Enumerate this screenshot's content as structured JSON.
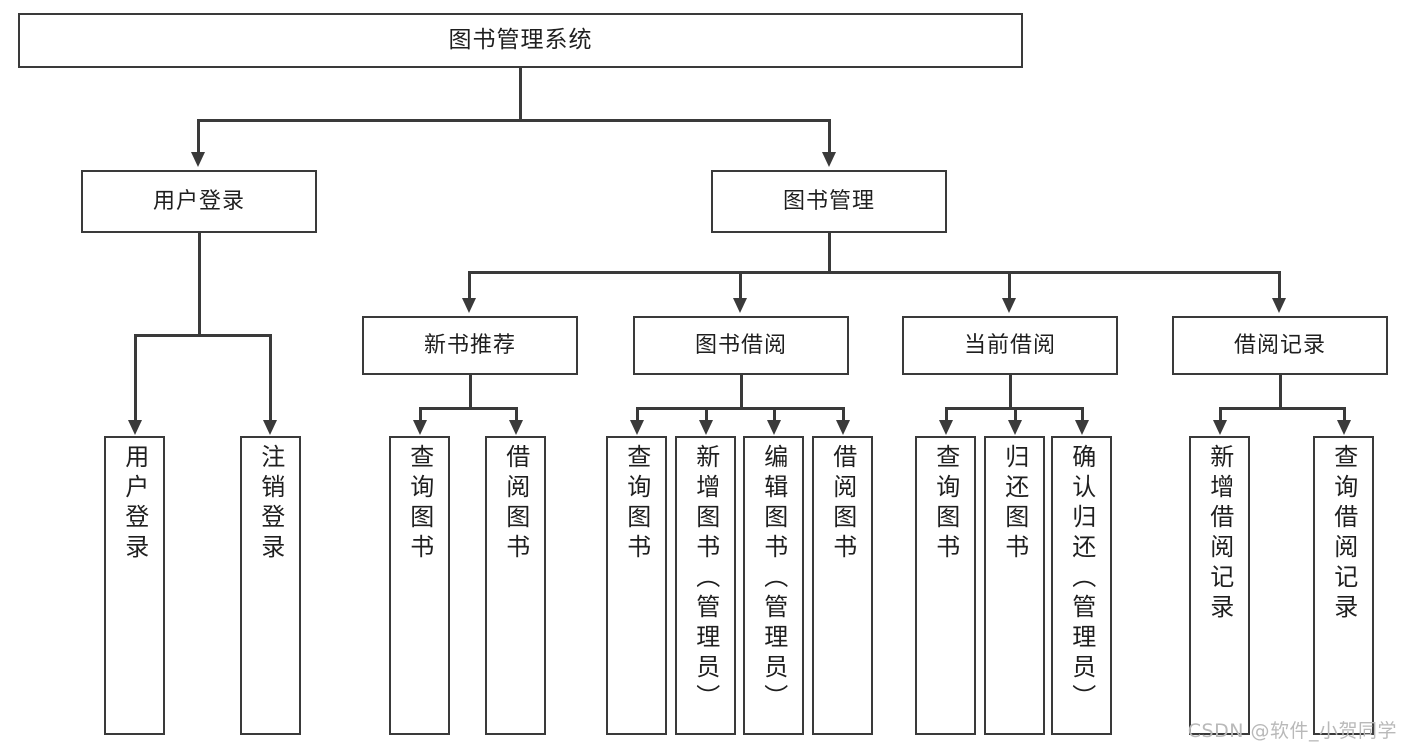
{
  "diagram": {
    "title": "图书管理系统",
    "type": "tree",
    "watermark": "CSDN @软件_小贺同学",
    "nodes": {
      "root": {
        "label": "图书管理系统"
      },
      "login": {
        "label": "用户登录"
      },
      "book_mgmt": {
        "label": "图书管理"
      },
      "new_book_rec": {
        "label": "新书推荐"
      },
      "book_borrow": {
        "label": "图书借阅"
      },
      "current_borrow": {
        "label": "当前借阅"
      },
      "borrow_record": {
        "label": "借阅记录"
      },
      "leaf_user_login": {
        "label": "用户登录"
      },
      "leaf_user_logout": {
        "label": "注销登录"
      },
      "leaf_rec_query": {
        "label": "查询图书"
      },
      "leaf_rec_borrow": {
        "label": "借阅图书"
      },
      "leaf_bb_query": {
        "label": "查询图书"
      },
      "leaf_bb_add": {
        "label": "新增图书（管理员）"
      },
      "leaf_bb_edit": {
        "label": "编辑图书（管理员）"
      },
      "leaf_bb_borrow": {
        "label": "借阅图书"
      },
      "leaf_cb_query": {
        "label": "查询图书"
      },
      "leaf_cb_return": {
        "label": "归还图书"
      },
      "leaf_cb_confirm": {
        "label": "确认归还（管理员）"
      },
      "leaf_br_add": {
        "label": "新增借阅记录"
      },
      "leaf_br_query": {
        "label": "查询借阅记录"
      }
    },
    "colors": {
      "stroke": "#3a3a3a",
      "fill": "#ffffff",
      "text": "#1f1f1f",
      "watermark": "#b9b9b9"
    }
  }
}
